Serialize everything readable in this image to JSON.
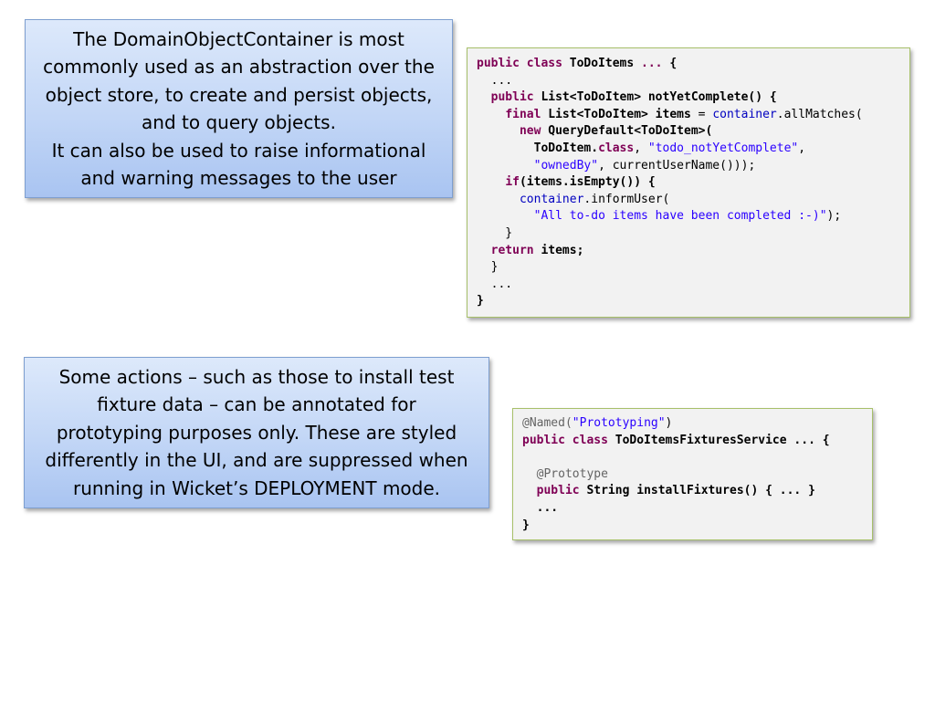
{
  "callouts": {
    "container": [
      "The DomainObjectContainer is most",
      "commonly used as an abstraction over the",
      "object store, to create and persist objects,",
      "and to query objects.",
      "It can also be used to raise informational",
      "and warning messages to the user"
    ],
    "prototyping": [
      "Some actions – such as those to install test",
      "fixture data – can be annotated for",
      "prototyping purposes only.  These are styled",
      "differently in the UI, and are suppressed when",
      "running in Wicket’s DEPLOYMENT mode."
    ]
  },
  "code_todoitems": {
    "l1": {
      "kw1": "public class",
      "name": "ToDoItems",
      "kw2": "...",
      "tail": "{"
    },
    "l2": {
      "text": "  ..."
    },
    "l3": {
      "indent": "  ",
      "kw": "public",
      "sig": "List<ToDoItem> notYetComplete() {"
    },
    "l4": {
      "indent": "    ",
      "kw": "final",
      "decl": "List<ToDoItem> items",
      "eq": " = ",
      "fld": "container",
      "tail": ".allMatches("
    },
    "l5": {
      "indent": "      ",
      "kw": "new",
      "tail": "QueryDefault<ToDoItem>("
    },
    "l6": {
      "indent": "        ",
      "cls": "ToDoItem.",
      "kw": "class",
      "sep": ", ",
      "str": "\"todo_notYetComplete\"",
      "tail": ","
    },
    "l7": {
      "indent": "        ",
      "str": "\"ownedBy\"",
      "tail": ", currentUserName()));"
    },
    "l8": {
      "indent": "    ",
      "kw": "if",
      "tail": "(items.isEmpty()) {"
    },
    "l9": {
      "indent": "      ",
      "fld": "container",
      "tail": ".informUser("
    },
    "l10": {
      "indent": "        ",
      "str": "\"All to-do items have been completed :-)\"",
      "tail": ");"
    },
    "l11": {
      "text": "    }"
    },
    "l12": {
      "indent": "  ",
      "kw": "return",
      "tail": "items;"
    },
    "l13": {
      "text": "  }"
    },
    "l14": {
      "text": "  ..."
    },
    "l15": {
      "text": "}"
    }
  },
  "code_fixtures": {
    "l1": {
      "ann": "@Named(",
      "str": "\"Prototyping\"",
      "tail": ")"
    },
    "l2": {
      "kw": "public class",
      "tail": "ToDoItemsFixturesService ... {"
    },
    "l3": {
      "text": " "
    },
    "l4": {
      "indent": "  ",
      "ann": "@Prototype"
    },
    "l5": {
      "indent": "  ",
      "kw": "public",
      "type": "String",
      "tail": "installFixtures() { ... }"
    },
    "l6": {
      "text": "  ..."
    },
    "l7": {
      "text": "}"
    }
  },
  "colors": {
    "keyword": "#7f0055",
    "string": "#2a00ff",
    "field": "#0000c0",
    "annotation": "#646464",
    "callout_fill": "#c2d6f6",
    "code_border": "#a7c06a"
  }
}
